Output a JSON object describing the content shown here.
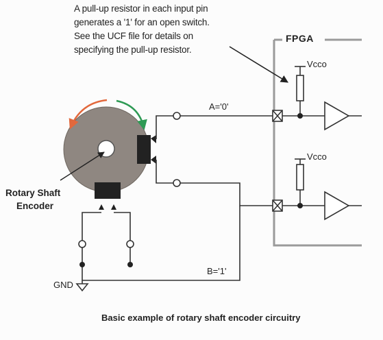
{
  "annotation": {
    "lines": [
      "A pull-up resistor in each input pin",
      "generates a '1' for an open switch.",
      "See the UCF file for details on",
      "specifying the pull-up resistor."
    ]
  },
  "fpga": {
    "label": "FPGA"
  },
  "signals": {
    "a_label": "A='0'",
    "b_label": "B='1'"
  },
  "supply": {
    "vcco_top": "Vcco",
    "vcco_bottom": "Vcco",
    "gnd": "GND"
  },
  "encoder": {
    "label_line1": "Rotary Shaft",
    "label_line2": "Encoder"
  },
  "caption": "Basic example of rotary shaft encoder circuitry",
  "colors": {
    "wire": "#333333",
    "encoder_disc": "#8f8781",
    "rotation_ccw": "#e2683c",
    "rotation_cw": "#2e9a54",
    "fpga_border": "#9a9a9a"
  },
  "icons": [
    "ground-icon",
    "resistor-icon",
    "buffer-icon",
    "input-pad-icon",
    "switch-contact-icon"
  ]
}
